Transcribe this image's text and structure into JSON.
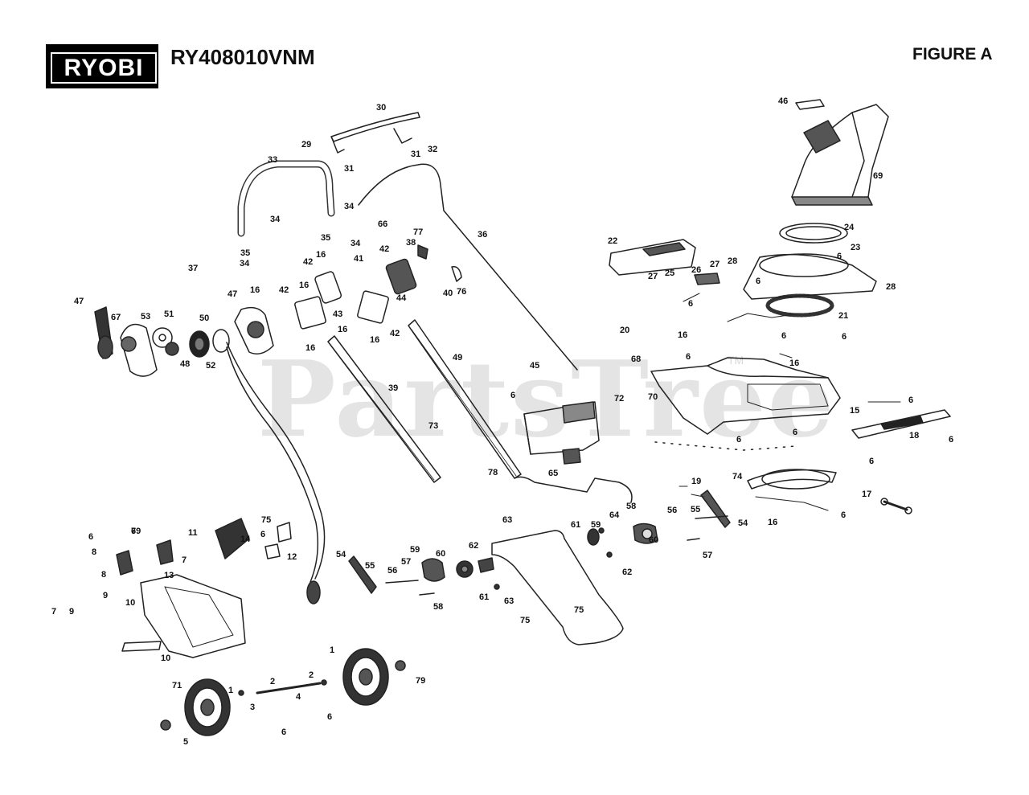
{
  "header": {
    "brand": "RYOBI",
    "model": "RY408010VNM",
    "figure": "FIGURE A"
  },
  "watermark": {
    "text": "PartsTree",
    "tm": "TM"
  },
  "callouts": [
    {
      "id": "c30",
      "text": "30"
    },
    {
      "id": "c29",
      "text": "29"
    },
    {
      "id": "c31a",
      "text": "31"
    },
    {
      "id": "c31b",
      "text": "31"
    },
    {
      "id": "c32",
      "text": "32"
    },
    {
      "id": "c33",
      "text": "33"
    },
    {
      "id": "c34a",
      "text": "34"
    },
    {
      "id": "c34b",
      "text": "34"
    },
    {
      "id": "c34c",
      "text": "34"
    },
    {
      "id": "c34d",
      "text": "34"
    },
    {
      "id": "c35a",
      "text": "35"
    },
    {
      "id": "c35b",
      "text": "35"
    },
    {
      "id": "c36",
      "text": "36"
    },
    {
      "id": "c66",
      "text": "66"
    },
    {
      "id": "c77",
      "text": "77"
    },
    {
      "id": "c38",
      "text": "38"
    },
    {
      "id": "c42a",
      "text": "42"
    },
    {
      "id": "c42b",
      "text": "42"
    },
    {
      "id": "c42c",
      "text": "42"
    },
    {
      "id": "c42d",
      "text": "42"
    },
    {
      "id": "c41",
      "text": "41"
    },
    {
      "id": "c16a",
      "text": "16"
    },
    {
      "id": "c16b",
      "text": "16"
    },
    {
      "id": "c16c",
      "text": "16"
    },
    {
      "id": "c16d",
      "text": "16"
    },
    {
      "id": "c16e",
      "text": "16"
    },
    {
      "id": "c16f",
      "text": "16"
    },
    {
      "id": "c16g",
      "text": "16"
    },
    {
      "id": "c16h",
      "text": "16"
    },
    {
      "id": "c16i",
      "text": "16"
    },
    {
      "id": "c43",
      "text": "43"
    },
    {
      "id": "c44",
      "text": "44"
    },
    {
      "id": "c40",
      "text": "40"
    },
    {
      "id": "c76",
      "text": "76"
    },
    {
      "id": "c37",
      "text": "37"
    },
    {
      "id": "c67",
      "text": "67"
    },
    {
      "id": "c47a",
      "text": "47"
    },
    {
      "id": "c47b",
      "text": "47"
    },
    {
      "id": "c53",
      "text": "53"
    },
    {
      "id": "c51",
      "text": "51"
    },
    {
      "id": "c50",
      "text": "50"
    },
    {
      "id": "c48",
      "text": "48"
    },
    {
      "id": "c52",
      "text": "52"
    },
    {
      "id": "c49",
      "text": "49"
    },
    {
      "id": "c39",
      "text": "39"
    },
    {
      "id": "c45",
      "text": "45"
    },
    {
      "id": "c72",
      "text": "72"
    },
    {
      "id": "c73",
      "text": "73"
    },
    {
      "id": "c78",
      "text": "78"
    },
    {
      "id": "c46",
      "text": "46"
    },
    {
      "id": "c69",
      "text": "69"
    },
    {
      "id": "c24",
      "text": "24"
    },
    {
      "id": "c23",
      "text": "23"
    },
    {
      "id": "c22",
      "text": "22"
    },
    {
      "id": "c26",
      "text": "26"
    },
    {
      "id": "c25",
      "text": "25"
    },
    {
      "id": "c27a",
      "text": "27"
    },
    {
      "id": "c27b",
      "text": "27"
    },
    {
      "id": "c28a",
      "text": "28"
    },
    {
      "id": "c28b",
      "text": "28"
    },
    {
      "id": "c21",
      "text": "21"
    },
    {
      "id": "c20",
      "text": "20"
    },
    {
      "id": "c68",
      "text": "68"
    },
    {
      "id": "c70",
      "text": "70"
    },
    {
      "id": "c15",
      "text": "15"
    },
    {
      "id": "c18",
      "text": "18"
    },
    {
      "id": "c74",
      "text": "74"
    },
    {
      "id": "c17",
      "text": "17"
    },
    {
      "id": "c19",
      "text": "19"
    },
    {
      "id": "c54a",
      "text": "54"
    },
    {
      "id": "c54b",
      "text": "54"
    },
    {
      "id": "c55a",
      "text": "55"
    },
    {
      "id": "c55b",
      "text": "55"
    },
    {
      "id": "c56a",
      "text": "56"
    },
    {
      "id": "c56b",
      "text": "56"
    },
    {
      "id": "c57a",
      "text": "57"
    },
    {
      "id": "c57b",
      "text": "57"
    },
    {
      "id": "c58a",
      "text": "58"
    },
    {
      "id": "c58b",
      "text": "58"
    },
    {
      "id": "c59a",
      "text": "59"
    },
    {
      "id": "c59b",
      "text": "59"
    },
    {
      "id": "c60a",
      "text": "60"
    },
    {
      "id": "c60b",
      "text": "60"
    },
    {
      "id": "c61a",
      "text": "61"
    },
    {
      "id": "c61b",
      "text": "61"
    },
    {
      "id": "c62a",
      "text": "62"
    },
    {
      "id": "c62b",
      "text": "62"
    },
    {
      "id": "c63a",
      "text": "63"
    },
    {
      "id": "c63b",
      "text": "63"
    },
    {
      "id": "c64",
      "text": "64"
    },
    {
      "id": "c65",
      "text": "65"
    },
    {
      "id": "c75a",
      "text": "75"
    },
    {
      "id": "c75b",
      "text": "75"
    },
    {
      "id": "c75c",
      "text": "75"
    },
    {
      "id": "c14",
      "text": "14"
    },
    {
      "id": "c12",
      "text": "12"
    },
    {
      "id": "c13",
      "text": "13"
    },
    {
      "id": "c11",
      "text": "11"
    },
    {
      "id": "c8",
      "text": "8"
    },
    {
      "id": "c8b",
      "text": "8"
    },
    {
      "id": "c7a",
      "text": "7"
    },
    {
      "id": "c7b",
      "text": "7"
    },
    {
      "id": "c9a",
      "text": "9"
    },
    {
      "id": "c9b",
      "text": "9"
    },
    {
      "id": "c10a",
      "text": "10"
    },
    {
      "id": "c10b",
      "text": "10"
    },
    {
      "id": "c71",
      "text": "71"
    },
    {
      "id": "c1a",
      "text": "1"
    },
    {
      "id": "c1b",
      "text": "1"
    },
    {
      "id": "c2a",
      "text": "2"
    },
    {
      "id": "c2b",
      "text": "2"
    },
    {
      "id": "c3",
      "text": "3"
    },
    {
      "id": "c4",
      "text": "4"
    },
    {
      "id": "c5",
      "text": "5"
    },
    {
      "id": "c79a",
      "text": "79"
    },
    {
      "id": "c79b",
      "text": "79"
    },
    {
      "id": "c6a",
      "text": "6"
    },
    {
      "id": "c6b",
      "text": "6"
    },
    {
      "id": "c6c",
      "text": "6"
    },
    {
      "id": "c6d",
      "text": "6"
    },
    {
      "id": "c6e",
      "text": "6"
    },
    {
      "id": "c6f",
      "text": "6"
    },
    {
      "id": "c6g",
      "text": "6"
    },
    {
      "id": "c6h",
      "text": "6"
    },
    {
      "id": "c6i",
      "text": "6"
    },
    {
      "id": "c6j",
      "text": "6"
    },
    {
      "id": "c6k",
      "text": "6"
    },
    {
      "id": "c6l",
      "text": "6"
    },
    {
      "id": "c6m",
      "text": "6"
    },
    {
      "id": "c6n",
      "text": "6"
    },
    {
      "id": "c6o",
      "text": "6"
    },
    {
      "id": "c6p",
      "text": "6"
    },
    {
      "id": "c6q",
      "text": "6"
    },
    {
      "id": "c6r",
      "text": "6"
    }
  ]
}
